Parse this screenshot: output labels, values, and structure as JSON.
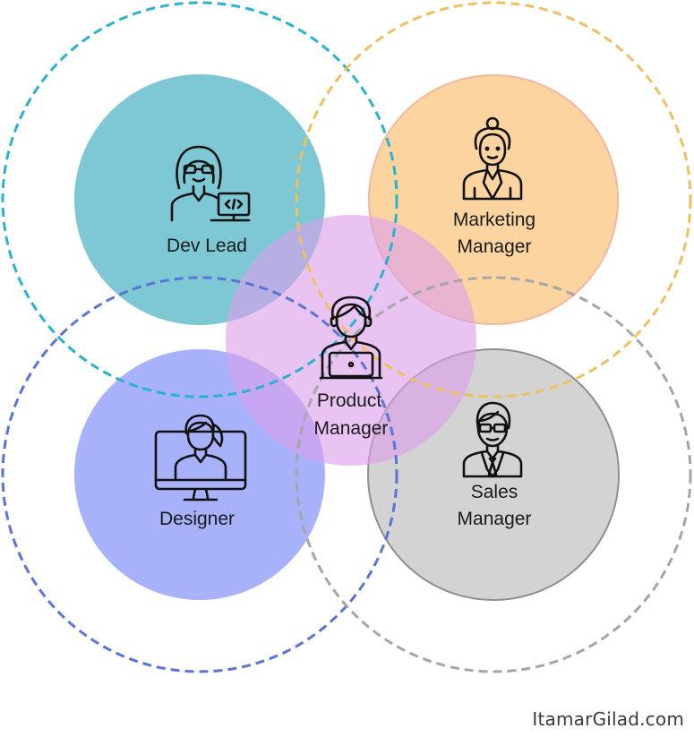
{
  "roles": {
    "dev_lead": {
      "label": "Dev Lead",
      "icon": "developer-with-laptop-icon",
      "fill": "#7dc8d4",
      "ring": "#29b3cf"
    },
    "marketing_manager": {
      "label_line1": "Marketing",
      "label_line2": "Manager",
      "icon": "businesswoman-icon",
      "fill": "#fbd4a0",
      "ring": "#f0c060"
    },
    "product_manager": {
      "label_line1": "Product",
      "label_line2": "Manager",
      "icon": "person-at-laptop-icon",
      "fill": "#e5b3ee"
    },
    "designer": {
      "label": "Designer",
      "icon": "person-on-monitor-icon",
      "fill": "#a7b2fb",
      "ring": "#5a74d8"
    },
    "sales_manager": {
      "label_line1": "Sales",
      "label_line2": "Manager",
      "icon": "businessman-with-glasses-icon",
      "fill": "#d3d3d3",
      "ring": "#a6a6a6"
    }
  },
  "credit": "ItamarGilad.com"
}
